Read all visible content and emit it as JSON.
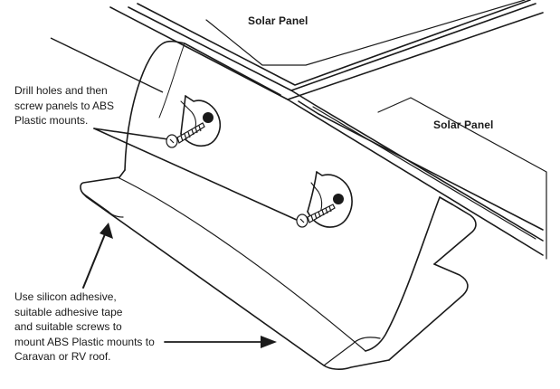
{
  "labels": {
    "solar_panel_top": "Solar Panel",
    "solar_panel_right": "Solar Panel"
  },
  "callouts": {
    "drill_note": [
      "Drill holes and then",
      "screw panels to ABS",
      "Plastic mounts."
    ],
    "adhesive_note": [
      "Use silicon adhesive,",
      "suitable adhesive tape",
      "and suitable screws to",
      "mount ABS Plastic mounts to",
      "Caravan or RV roof."
    ]
  },
  "colors": {
    "line": "#1a1a1a",
    "background": "#ffffff"
  },
  "icons": [
    "screw-icon",
    "screw-icon",
    "arrow-icon",
    "arrow-icon"
  ]
}
